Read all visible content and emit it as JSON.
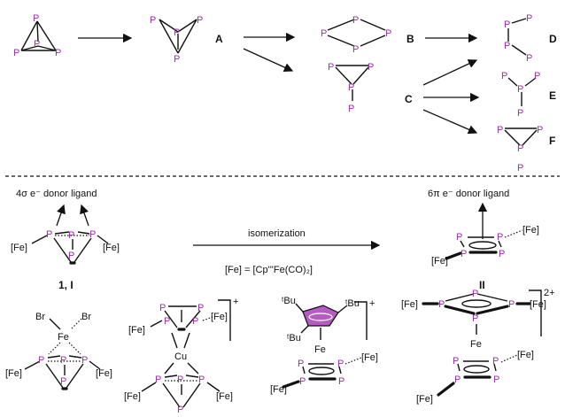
{
  "colors": {
    "phosphorus": "#9b2fa8",
    "ink": "#111111",
    "cp_ring": "#9b2fa8"
  },
  "atoms": {
    "P": "P",
    "Fe": "Fe",
    "Cu": "Cu",
    "Br": "Br",
    "FeL": "[Fe]"
  },
  "labels": {
    "A": "A",
    "B": "B",
    "C": "C",
    "D": "D",
    "E": "E",
    "F": "F",
    "one": "1, I",
    "two": "II"
  },
  "text": {
    "donor4": "4σ e⁻ donor ligand",
    "donor6": "6π e⁻ donor ligand",
    "isomerization": "isomerization",
    "fe_def": "[Fe] = [Cp'''Fe(CO)₂]",
    "tBu": "ᵗBu"
  },
  "charges": {
    "plus": "+",
    "two_plus": "2+"
  }
}
